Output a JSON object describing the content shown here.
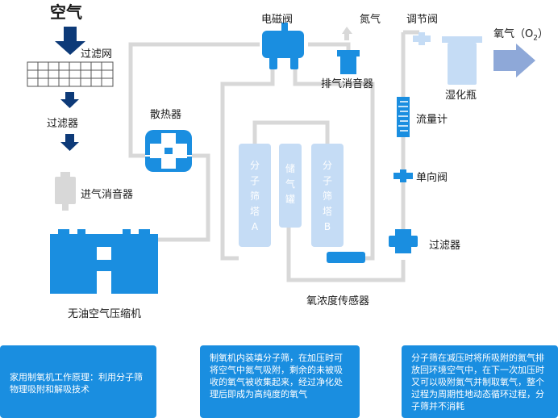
{
  "labels": {
    "air": "空气",
    "filter_net": "过滤网",
    "filter_1": "过滤器",
    "intake_muffler": "进气消音器",
    "compressor": "无油空气压缩机",
    "radiator": "散热器",
    "solenoid": "电磁阀",
    "nitrogen": "氮气",
    "exhaust_muffler": "排气消音器",
    "regulator": "调节阀",
    "oxygen": "氧气（O",
    "oxygen_sub": "2",
    "oxygen_close": "）",
    "humidifier": "湿化瓶",
    "flowmeter": "流量计",
    "check_valve": "单向阀",
    "filter_2": "过滤器",
    "o2_sensor": "氧浓度传感器",
    "sieve_a": "分\n子\n筛\n塔\nA",
    "tank": "储\n气\n罐",
    "sieve_b": "分\n子\n筛\n塔\nB"
  },
  "notes": [
    "家用制氧机工作原理：利用分子筛物理吸附和解吸技术",
    "制氧机内装填分子筛，在加压时可将空气中氮气吸附，剩余的未被吸收的氧气被收集起来，经过净化处理后即成为高纯度的氧气",
    "分子筛在减压时将所吸附的氮气排放回环境空气中，在下一次加压时又可以吸附氮气并制取氧气，整个过程为周期性地动态循环过程，分子筛并不消耗"
  ],
  "colors": {
    "primary": "#1a8ee0",
    "light": "#c5dcf5",
    "pipe": "#d8d8d8",
    "arrow_dark": "#0d3a78",
    "oxygen_arrow": "#8ea8d8"
  }
}
